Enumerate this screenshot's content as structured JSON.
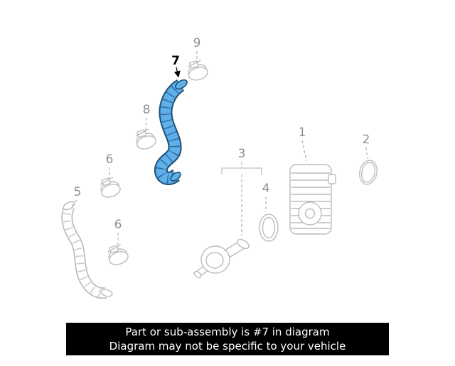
{
  "diagram": {
    "highlighted_part": "7",
    "labels": {
      "p1": "1",
      "p2": "2",
      "p3": "3",
      "p4": "4",
      "p5": "5",
      "p6": "6",
      "p7": "7",
      "p8": "8",
      "p9": "9"
    },
    "colors": {
      "highlight_fill": "#5fb0e8",
      "highlight_outline": "#1d4e75",
      "highlight_hatch": "#2e6da4",
      "part_line": "#bcbcbc",
      "label_text": "#8f8f8f",
      "callout_text": "#000000",
      "footer_bg": "#000000",
      "footer_text": "#ffffff"
    }
  },
  "footer": {
    "line1": "Part or sub-assembly is #7 in diagram",
    "line2": "Diagram may not be specific to your vehicle"
  }
}
